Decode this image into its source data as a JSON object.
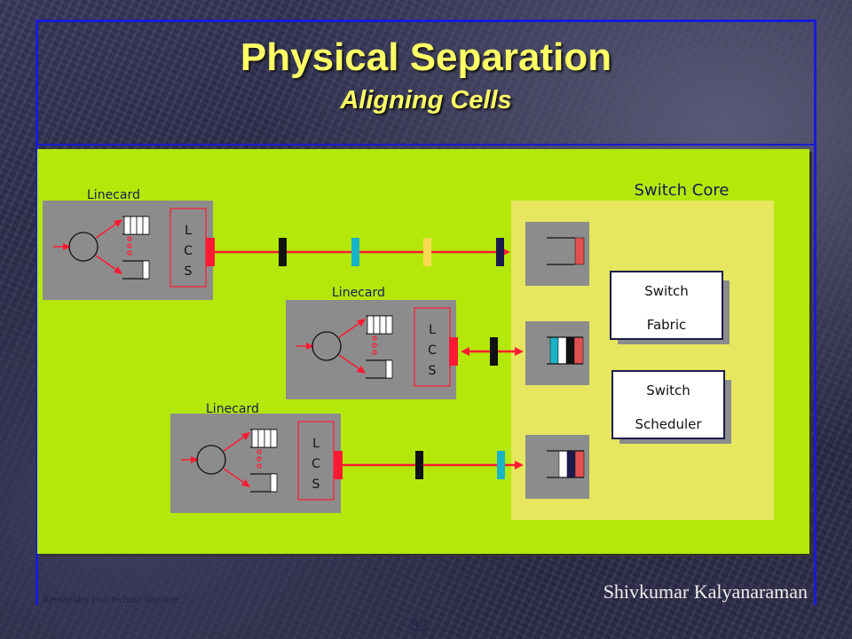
{
  "slide": {
    "title": "Physical Separation",
    "subtitle": "Aligning Cells",
    "footer_left": "Rensselaer Polytechnic Institute",
    "footer_right": "Shivkumar Kalyanaraman",
    "page_number": "32"
  },
  "diagram": {
    "switch_core_label": "Switch Core",
    "linecards": [
      {
        "label": "Linecard",
        "lcs": [
          "L",
          "C",
          "S"
        ]
      },
      {
        "label": "Linecard",
        "lcs": [
          "L",
          "C",
          "S"
        ]
      },
      {
        "label": "Linecard",
        "lcs": [
          "L",
          "C",
          "S"
        ]
      }
    ],
    "switch_fabric": {
      "line1": "Switch",
      "line2": "Fabric"
    },
    "switch_scheduler": {
      "line1": "Switch",
      "line2": "Scheduler"
    }
  },
  "colors": {
    "background_panel": "#b3e80a",
    "core_box": "#e6e660",
    "linecard_box": "#8c8c8c",
    "link": "#ff1a33",
    "cell_black": "#111111",
    "cell_cyan": "#19b3c6",
    "cell_yellow": "#ffd950",
    "cell_navy": "#1a1a4d",
    "title": "#ffff66"
  }
}
